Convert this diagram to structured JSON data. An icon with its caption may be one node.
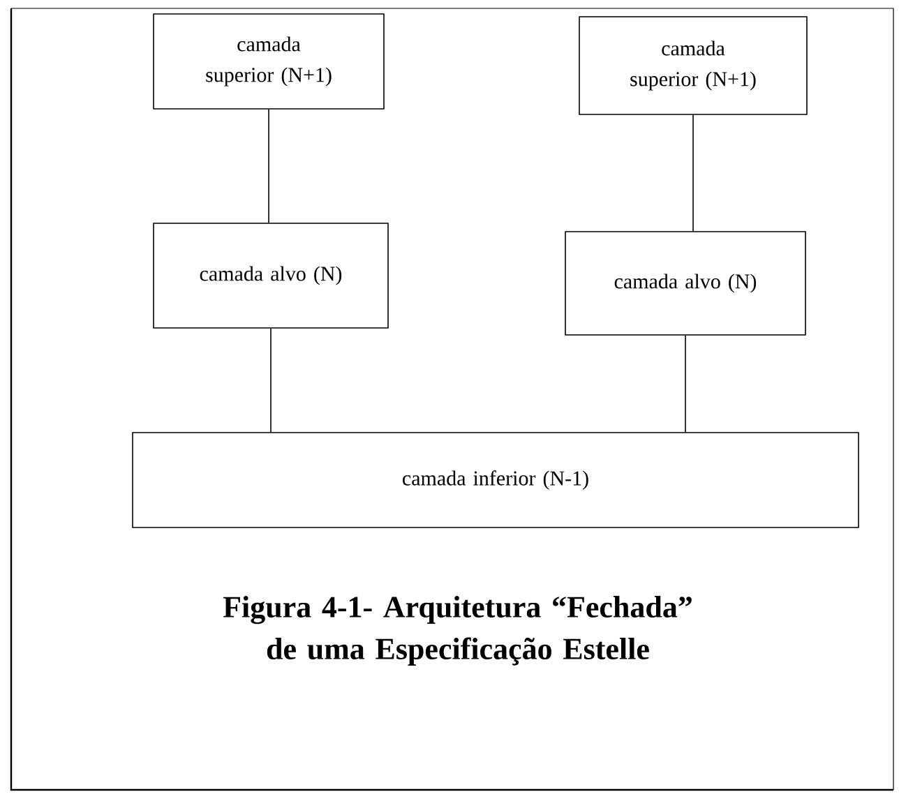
{
  "diagram": {
    "caption": "Figura 4-1- Arquitetura “Fechada” de uma Especificação Estelle",
    "nodes": [
      {
        "text": [
          "camada superior (N+1)"
        ]
      },
      {
        "text": [
          "camada superior (N+1)"
        ]
      },
      {
        "text": [
          "camada alvo (N)"
        ]
      },
      {
        "text": [
          "camada alvo (N)"
        ]
      },
      {
        "text": [
          "camada inferior (N-1)"
        ]
      }
    ],
    "edges": [
      {
        "from": 0,
        "to": 2,
        "arrow": "none"
      },
      {
        "from": 1,
        "to": 3,
        "arrow": "none"
      },
      {
        "from": 2,
        "to": 4,
        "arrow": "none"
      },
      {
        "from": 3,
        "to": 4,
        "arrow": "none"
      }
    ]
  }
}
